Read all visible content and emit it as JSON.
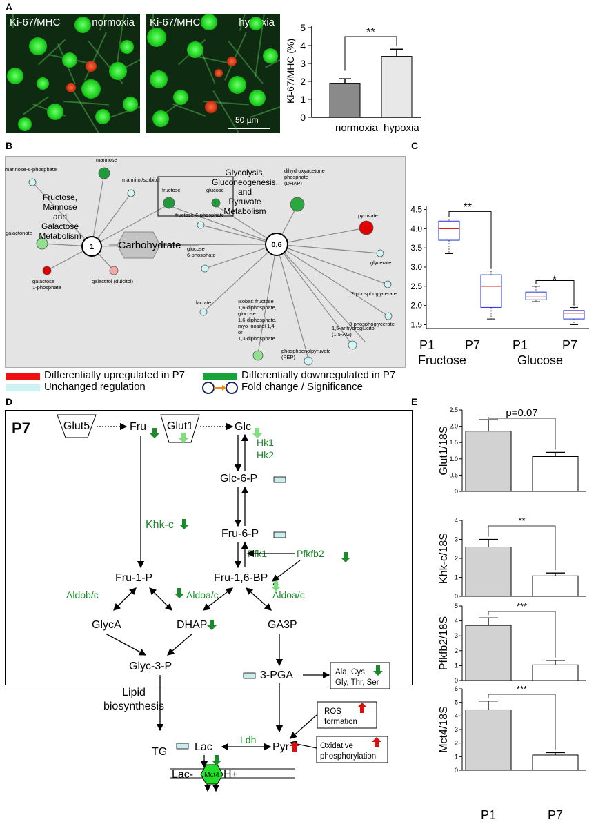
{
  "panelA": {
    "label": "A",
    "img1": {
      "left_label": "Ki-67/MHC",
      "right_label": "normoxia"
    },
    "img2": {
      "left_label": "Ki-67/MHC",
      "right_label": "hypoxia",
      "scale": "50 µm"
    },
    "chart": {
      "ylabel": "Ki-67/MHC (%)",
      "sig": "**",
      "ticks": [
        "0",
        "1",
        "2",
        "3",
        "4",
        "5"
      ]
    }
  },
  "panelB": {
    "label": "B",
    "hub1": "1",
    "hub2": "0,6",
    "center": "Carbohydrate",
    "group_left": [
      "Fructose,",
      "Mannose",
      "and",
      "Galactose",
      "Metabolism"
    ],
    "group_right": [
      "Glycolysis,",
      "Gluconeogenesis,",
      "and",
      "Pyruvate",
      "Metabolism"
    ],
    "nodes": {
      "mannose6p": "mannose-6-phosphate",
      "mannose": "mannose",
      "mannitol": "mannitol/sorbitol",
      "fructose": "fructose",
      "glucose": "glucose",
      "galactonate": "galactonate",
      "galactose1p": [
        "galactose",
        "1-phosphate"
      ],
      "galactitol": "galactitol (dulcitol)",
      "dhap": [
        "dihydroxyacetone",
        "phosphate",
        "(DHAP)"
      ],
      "pyruvate": "pyruvate",
      "fructose6p": "fructose-6-phosphate",
      "glucose6p": [
        "glucose",
        "6-phosphate"
      ],
      "glycerate": "glycerate",
      "pg2": "2-phosphoglycerate",
      "pg3": "3-phosphoglycerate",
      "anhydro": [
        "1,5-anhydroglucitol",
        "(1,5-AG)"
      ],
      "lactate": "lactate",
      "isobar": [
        "Isobar: fructose",
        "1,6-diphosphate,",
        "glucose",
        "1,6-diphosphate,",
        "myo-inositol 1,4",
        "or",
        "1,3-diphosphate"
      ],
      "pep": [
        "phosphoenolpyruvate",
        "(PEP)"
      ]
    }
  },
  "legend": {
    "up": "Differentially upregulated in P7",
    "down": "Differentially downregulated in P7",
    "unchanged": "Unchanged regulation",
    "fold": "Fold change / Significance"
  },
  "panelC": {
    "label": "C",
    "ticks": [
      "1.5",
      "2.0",
      "2.5",
      "3.0",
      "3.5",
      "4.0",
      "4.5"
    ],
    "xlabels": [
      "P1",
      "P7",
      "P1",
      "P7"
    ],
    "groups": [
      "Fructose",
      "Glucose"
    ],
    "sig1": "**",
    "sig2": "*"
  },
  "panelD": {
    "label": "D",
    "title": "P7",
    "glut5": "Glut5",
    "glut1": "Glut1",
    "fru": "Fru",
    "glc": "Glc",
    "hk1": "Hk1",
    "hk2": "Hk2",
    "glc6p": "Glc-6-P",
    "khkc": "Khk-c",
    "fru6p": "Fru-6-P",
    "pfk1": "Pfk1",
    "pfkfb2": "Pfkfb2",
    "fru1p": "Fru-1-P",
    "fru16bp": "Fru-1,6-BP",
    "q": "?",
    "aldob": "Aldob/c",
    "aldoa1": "Aldoa/c",
    "aldoa2": "Aldoa/c",
    "glyca": "GlycA",
    "dhap": "DHAP",
    "ga3p": "GA3P",
    "glyc3p": "Glyc-3-P",
    "pga": "3-PGA",
    "aa": [
      "Ala, Cys,",
      "Gly, Thr, Ser"
    ],
    "lipid": [
      "Lipid",
      "biosynthesis"
    ],
    "ros": [
      "ROS",
      "formation"
    ],
    "ox": [
      "Oxidative",
      "phosphorylation"
    ],
    "tg": "TG",
    "lac": "Lac",
    "ldh": "Ldh",
    "pyr": "Pyr",
    "laclabel": "Lac-",
    "mct4": "Mct4",
    "hplus": "H+"
  },
  "panelE": {
    "label": "E",
    "xlabels": [
      "P1",
      "P7"
    ],
    "charts": [
      {
        "ylabel": "Glut1/18S",
        "sig": "p=0.07",
        "ticks": [
          "0",
          "0.5",
          "1.0",
          "1.5",
          "2.0",
          "2.5"
        ]
      },
      {
        "ylabel": "Khk-c/18S",
        "sig": "**",
        "ticks": [
          "0",
          "1",
          "2",
          "3",
          "4"
        ]
      },
      {
        "ylabel": "Pfkfb2/18S",
        "sig": "***",
        "ticks": [
          "0",
          "1",
          "2",
          "3",
          "4",
          "5"
        ]
      },
      {
        "ylabel": "Mct4/18S",
        "sig": "***",
        "ticks": [
          "0",
          "1",
          "2",
          "3",
          "4",
          "5",
          "6"
        ]
      }
    ]
  },
  "chart_data": [
    {
      "type": "bar",
      "panel": "A",
      "categories": [
        "normoxia",
        "hypoxia"
      ],
      "values": [
        1.9,
        3.4
      ],
      "errors": [
        0.25,
        0.4
      ],
      "ylabel": "Ki-67/MHC (%)",
      "ylim": [
        0,
        5
      ]
    },
    {
      "type": "box",
      "panel": "C",
      "categories": [
        "P1",
        "P7",
        "P1",
        "P7"
      ],
      "groups": [
        "Fructose",
        "Glucose"
      ],
      "boxes": [
        {
          "min": 3.35,
          "q1": 3.7,
          "median": 4.0,
          "q3": 4.2,
          "max": 4.25
        },
        {
          "min": 1.65,
          "q1": 1.95,
          "median": 2.5,
          "q3": 2.8,
          "max": 2.9
        },
        {
          "min": 2.1,
          "q1": 2.15,
          "median": 2.22,
          "q3": 2.35,
          "max": 2.5
        },
        {
          "min": 1.5,
          "q1": 1.65,
          "median": 1.8,
          "q3": 1.87,
          "max": 1.95
        }
      ],
      "ylim": [
        1.4,
        4.6
      ]
    },
    {
      "type": "bar",
      "panel": "E",
      "ylabel": "Glut1/18S",
      "categories": [
        "P1",
        "P7"
      ],
      "values": [
        1.85,
        1.07
      ],
      "errors": [
        0.35,
        0.13
      ],
      "ylim": [
        0,
        2.5
      ]
    },
    {
      "type": "bar",
      "panel": "E",
      "ylabel": "Khk-c/18S",
      "categories": [
        "P1",
        "P7"
      ],
      "values": [
        2.6,
        1.08
      ],
      "errors": [
        0.4,
        0.15
      ],
      "ylim": [
        0,
        4
      ]
    },
    {
      "type": "bar",
      "panel": "E",
      "ylabel": "Pfkfb2/18S",
      "categories": [
        "P1",
        "P7"
      ],
      "values": [
        3.7,
        1.05
      ],
      "errors": [
        0.5,
        0.3
      ],
      "ylim": [
        0,
        5
      ]
    },
    {
      "type": "bar",
      "panel": "E",
      "ylabel": "Mct4/18S",
      "categories": [
        "P1",
        "P7"
      ],
      "values": [
        4.45,
        1.12
      ],
      "errors": [
        0.65,
        0.18
      ],
      "ylim": [
        0,
        6
      ]
    }
  ]
}
